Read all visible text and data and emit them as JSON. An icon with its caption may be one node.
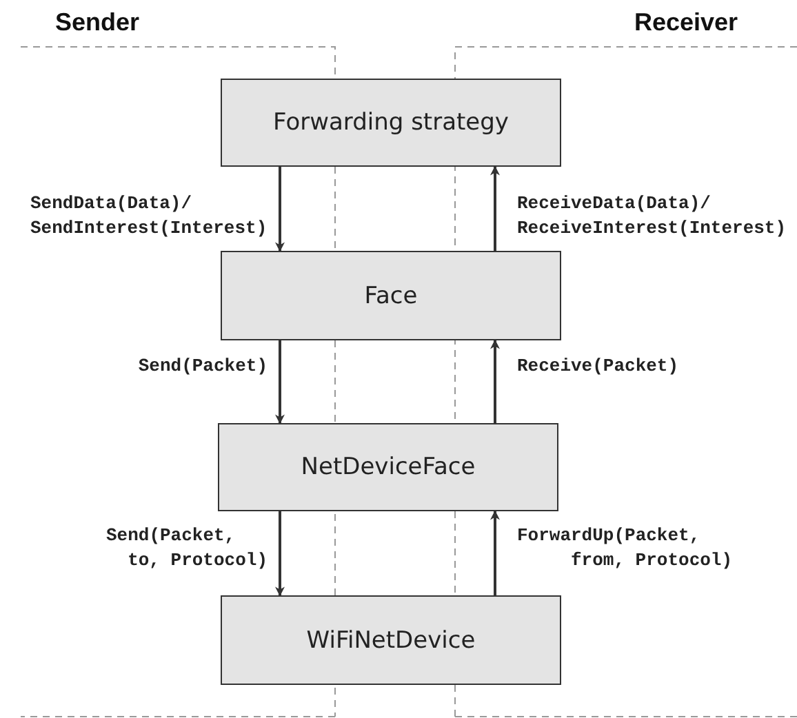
{
  "diagram": {
    "nodes": [
      {
        "text": [
          "Forwarding strategy"
        ]
      },
      {
        "text": [
          "Face"
        ]
      },
      {
        "text": [
          "NetDeviceFace"
        ]
      },
      {
        "text": [
          "WiFiNetDevice"
        ]
      }
    ],
    "edges": [
      {
        "from": 0,
        "to": 1,
        "arrow": "to",
        "label": "SendData(Data)/ SendInterest(Interest)"
      },
      {
        "from": 1,
        "to": 0,
        "arrow": "to",
        "label": "ReceiveData(Data)/ ReceiveInterest(Interest)"
      },
      {
        "from": 1,
        "to": 2,
        "arrow": "to",
        "label": "Send(Packet)"
      },
      {
        "from": 2,
        "to": 1,
        "arrow": "to",
        "label": "Receive(Packet)"
      },
      {
        "from": 2,
        "to": 3,
        "arrow": "to",
        "label": "Send(Packet, to, Protocol)"
      },
      {
        "from": 3,
        "to": 2,
        "arrow": "to",
        "label": "ForwardUp(Packet, from, Protocol)"
      }
    ],
    "labels": [
      "Sender",
      "Receiver"
    ]
  }
}
